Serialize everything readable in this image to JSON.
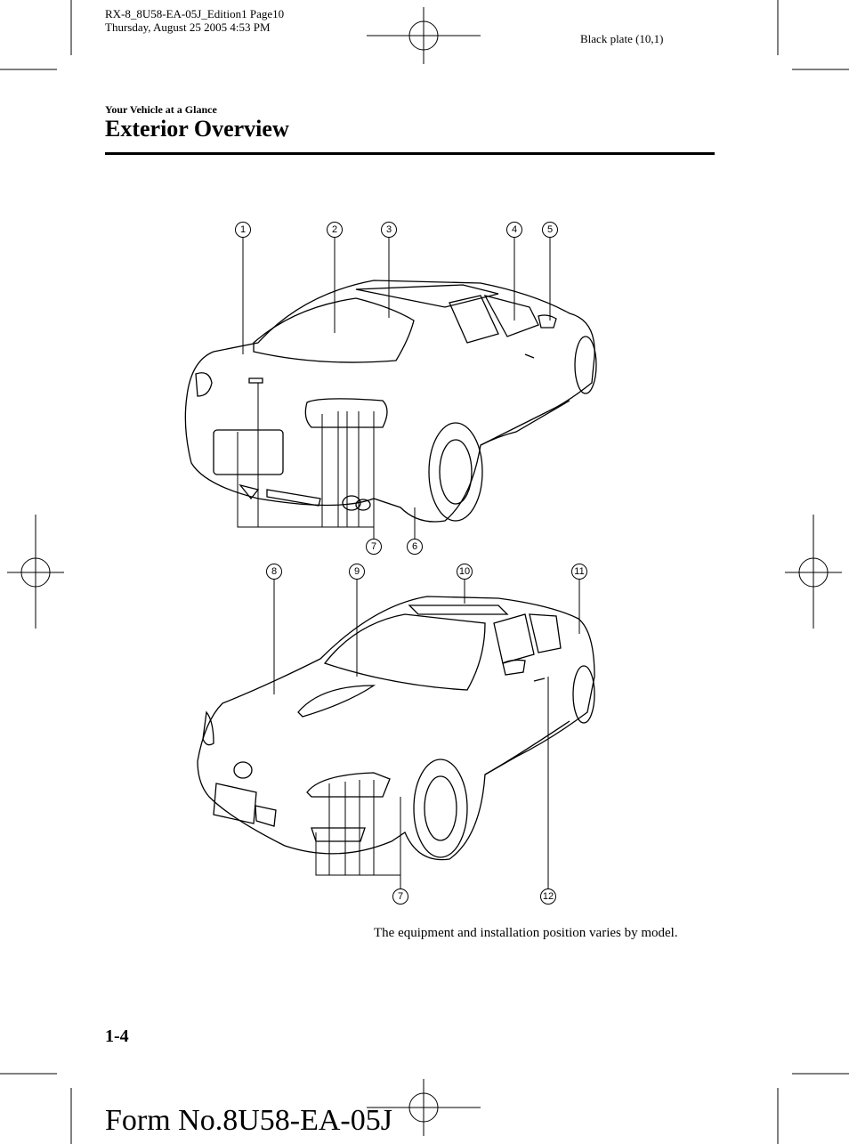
{
  "print_info": {
    "line1": "RX-8_8U58-EA-05J_Edition1 Page10",
    "line2": "Thursday, August 25 2005 4:53 PM"
  },
  "plate": "Black plate (10,1)",
  "section_label": "Your Vehicle at a Glance",
  "page_title": "Exterior Overview",
  "rear_view_callouts": [
    "1",
    "2",
    "3",
    "4",
    "5",
    "7",
    "6"
  ],
  "front_view_callouts": [
    "8",
    "9",
    "10",
    "11",
    "7",
    "12"
  ],
  "footnote": "The equipment and installation position varies by model.",
  "page_number": "1-4",
  "form_number": "Form No.8U58-EA-05J"
}
